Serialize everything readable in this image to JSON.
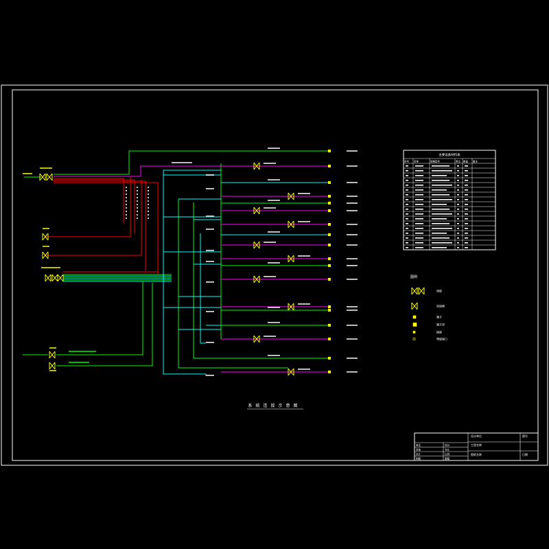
{
  "colors": {
    "background": "#000000",
    "frame": "#ffffff",
    "green": "#00ff00",
    "red": "#ff0000",
    "cyan": "#00ffff",
    "magenta": "#ff00ff",
    "yellow": "#ffff00",
    "white": "#ffffff"
  },
  "drawing": {
    "caption": "系统连接示意图",
    "legend_header": "图例",
    "legend_items": [
      {
        "icon": "double-connector-icon",
        "label": "线缆"
      },
      {
        "icon": "connector-icon",
        "label": "连接器"
      },
      {
        "icon": "terminal-square-icon",
        "label": "端子"
      },
      {
        "icon": "terminal-block-icon",
        "label": "端子排"
      },
      {
        "icon": "small-terminal-icon",
        "label": "插座"
      },
      {
        "icon": "open-terminal-icon",
        "label": "预留接口"
      }
    ],
    "table_title": "主要设备材料表",
    "table_headers": [
      "序号",
      "名称",
      "规格型号",
      "单位",
      "数量",
      "备注"
    ],
    "title_block": {
      "project_label": "设计单位",
      "drawing_label": "工程名称",
      "sheet_label": "图号",
      "name_label": "图纸名称",
      "date_label": "日期",
      "rows_left": [
        "审定",
        "审核",
        "设计",
        "制图"
      ],
      "rows_mid": [
        "校对",
        "专业",
        "比例",
        "图幅"
      ]
    }
  }
}
